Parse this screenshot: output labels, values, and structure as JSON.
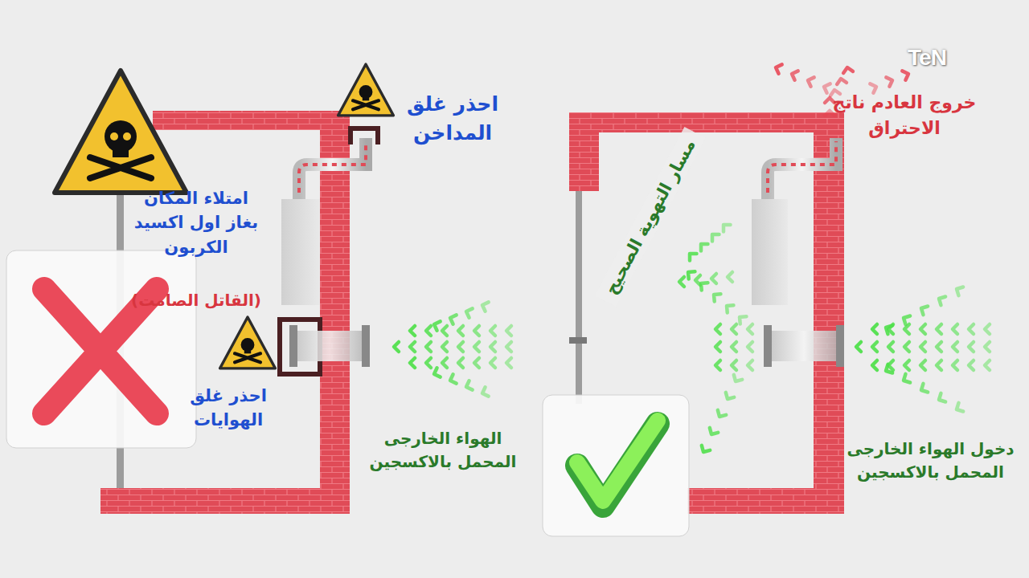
{
  "diagram": {
    "labels": [
      "TeN",
      "احذر غلق المداخن",
      "امتلاء المكان بغاز اول اكسيد الكربون",
      "(القاتل الصامت)",
      "احذر غلق الهوايات",
      "الهواء الخارجى المحمل بالاكسجين",
      "خروج العادم ناتج الاحتراق",
      "مسار التهوية الصحيح",
      "دخول الهواء الخارجى المحمل بالاكسجين"
    ]
  }
}
